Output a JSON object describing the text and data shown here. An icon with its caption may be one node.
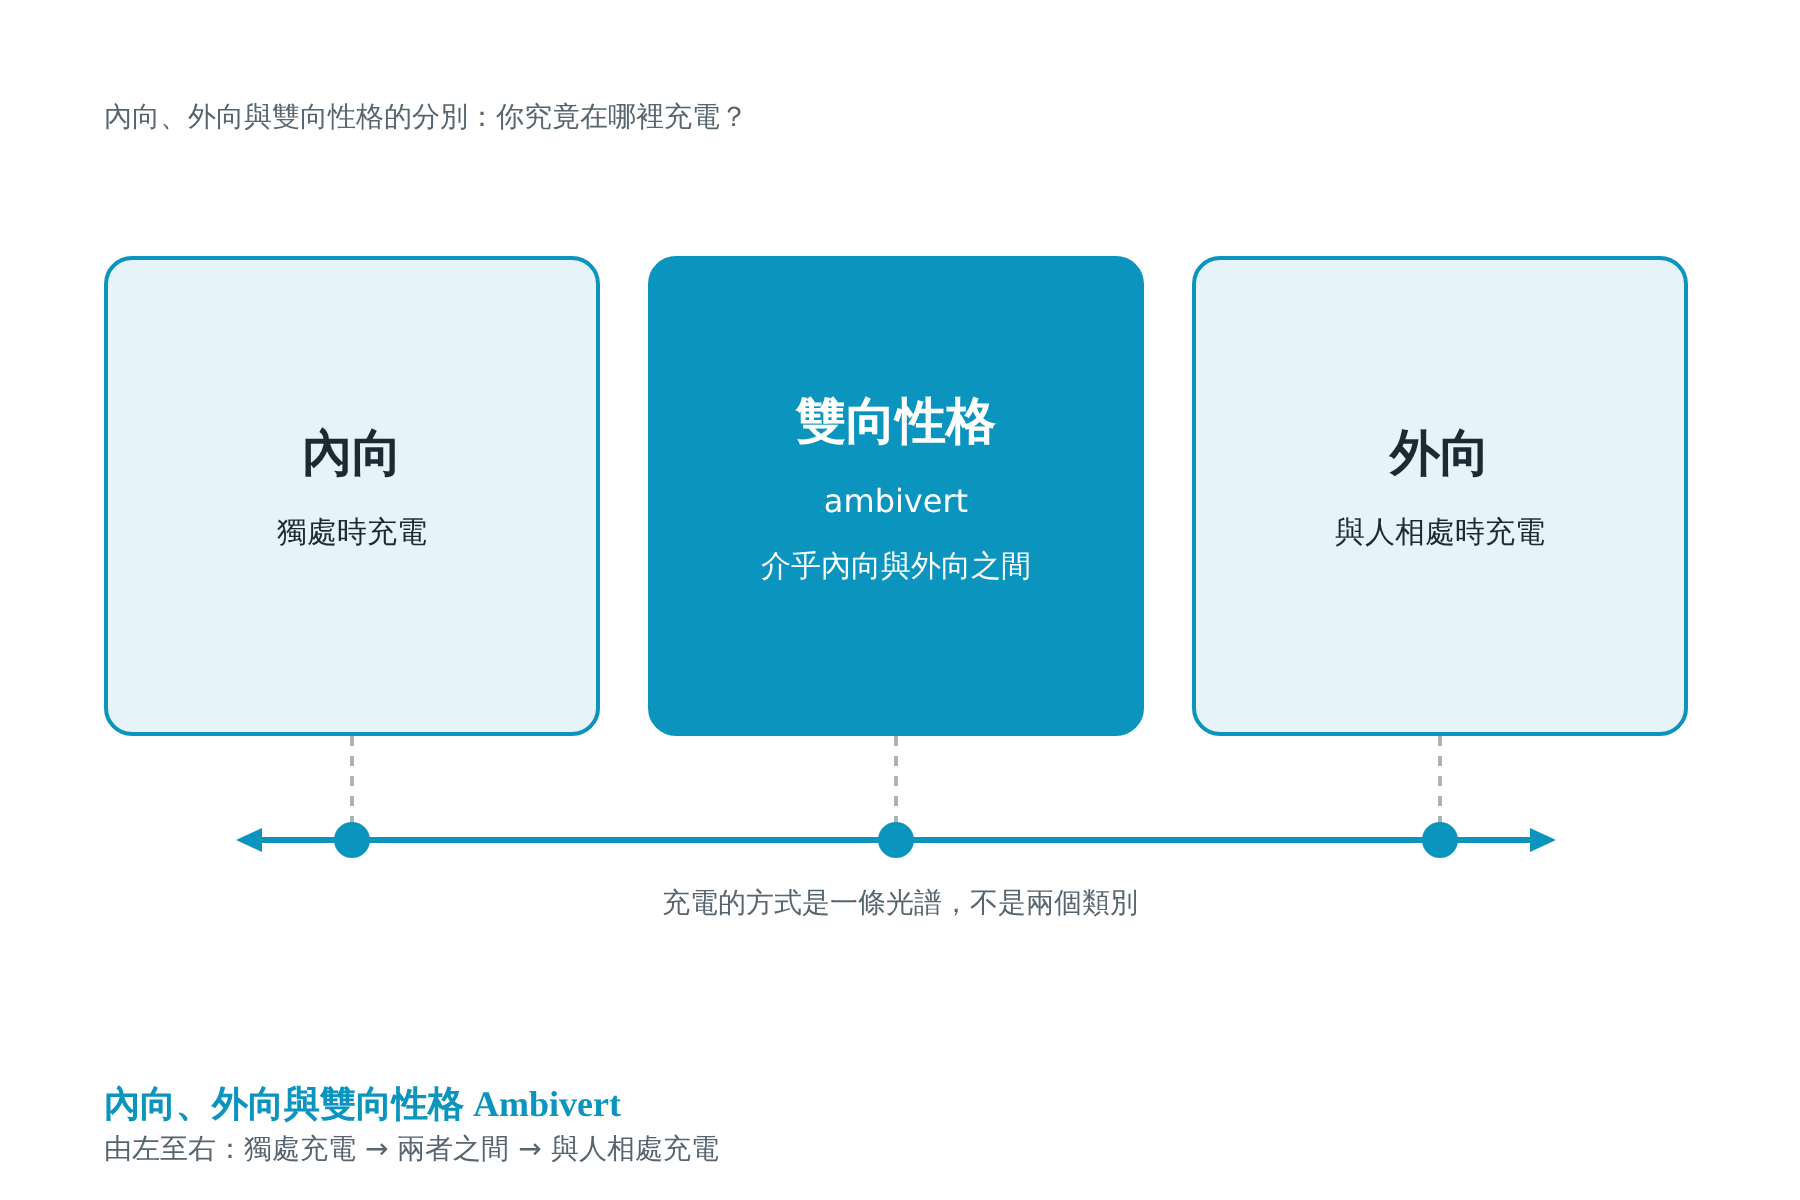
{
  "diagram": {
    "title": "內向、外向與雙向性格的分別：你究竟在哪裡充電？",
    "nodes": [
      {
        "text": [
          "內向",
          "獨處時充電"
        ]
      },
      {
        "text": [
          "雙向性格",
          "ambivert",
          "介乎內向與外向之間"
        ]
      },
      {
        "text": [
          "外向",
          "與人相處時充電"
        ]
      },
      {
        "text": [],
        "shape": "circle"
      },
      {
        "text": [],
        "shape": "circle"
      },
      {
        "text": [],
        "shape": "circle"
      }
    ],
    "edges": [
      {
        "from": 0,
        "to": 3,
        "arrow": "none",
        "style": "dashed"
      },
      {
        "from": 1,
        "to": 4,
        "arrow": "none",
        "style": "dashed"
      },
      {
        "from": 2,
        "to": 5,
        "arrow": "none",
        "style": "dashed"
      }
    ],
    "labels": [
      "充電的方式是一條光譜，不是兩個類別",
      "內向、外向與雙向性格 Ambivert",
      "由左至右：獨處充電 → 兩者之間 → 與人相處充電"
    ]
  }
}
